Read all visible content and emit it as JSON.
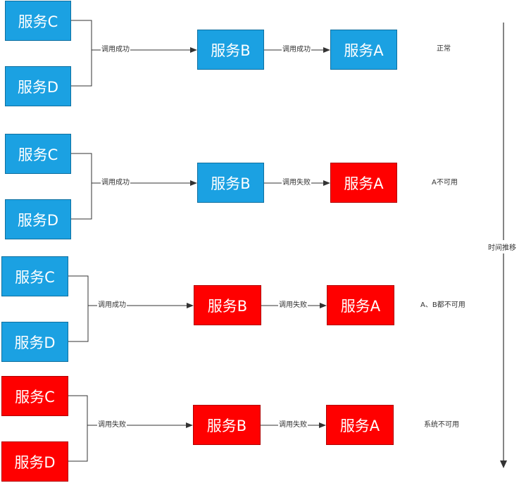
{
  "rows": [
    {
      "service_c": {
        "label": "服务C",
        "color": "#1ba1e2"
      },
      "service_d": {
        "label": "服务D",
        "color": "#1ba1e2"
      },
      "service_b": {
        "label": "服务B",
        "color": "#1ba1e2"
      },
      "service_a": {
        "label": "服务A",
        "color": "#1ba1e2"
      },
      "edge_cd_b": "调用成功",
      "edge_b_a": "调用成功",
      "status": "正常"
    },
    {
      "service_c": {
        "label": "服务C",
        "color": "#1ba1e2"
      },
      "service_d": {
        "label": "服务D",
        "color": "#1ba1e2"
      },
      "service_b": {
        "label": "服务B",
        "color": "#1ba1e2"
      },
      "service_a": {
        "label": "服务A",
        "color": "#ff0000"
      },
      "edge_cd_b": "调用成功",
      "edge_b_a": "调用失败",
      "status": "A不可用"
    },
    {
      "service_c": {
        "label": "服务C",
        "color": "#1ba1e2"
      },
      "service_d": {
        "label": "服务D",
        "color": "#1ba1e2"
      },
      "service_b": {
        "label": "服务B",
        "color": "#ff0000"
      },
      "service_a": {
        "label": "服务A",
        "color": "#ff0000"
      },
      "edge_cd_b": "调用成功",
      "edge_b_a": "调用失败",
      "status": "A、B都不可用"
    },
    {
      "service_c": {
        "label": "服务C",
        "color": "#ff0000"
      },
      "service_d": {
        "label": "服务D",
        "color": "#ff0000"
      },
      "service_b": {
        "label": "服务B",
        "color": "#ff0000"
      },
      "service_a": {
        "label": "服务A",
        "color": "#ff0000"
      },
      "edge_cd_b": "调用失败",
      "edge_b_a": "调用失败",
      "status": "系统不可用"
    }
  ],
  "timeline": {
    "label": "时间推移"
  }
}
